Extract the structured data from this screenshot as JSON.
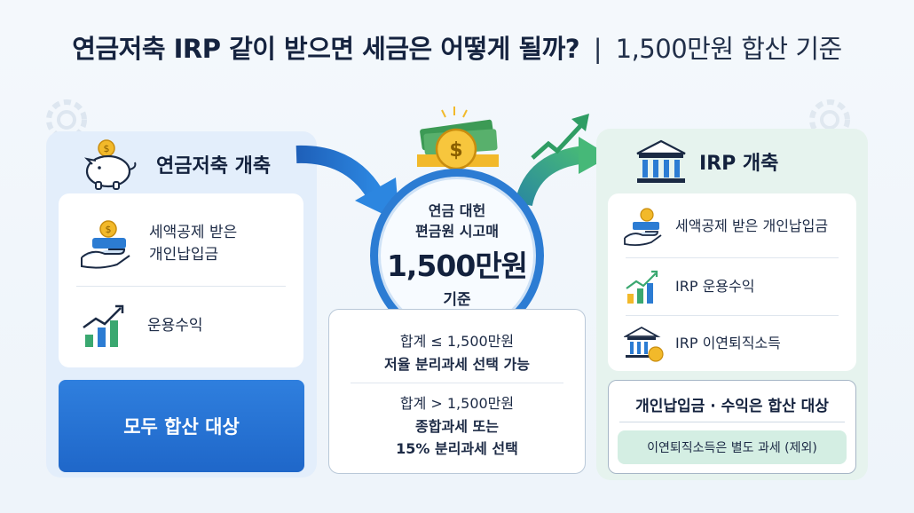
{
  "title": {
    "main": "연금저축 IRP 같이 받으면 세금은 어떻게 될까?",
    "separator": "|",
    "sub": "1,500만원 합산 기준"
  },
  "left": {
    "heading": "연금저축 개축",
    "items": [
      "세액공제 받은\n개인납입금",
      "운용수익"
    ],
    "result": "모두 합산 대상"
  },
  "center": {
    "ring_line1": "연금 대헌",
    "ring_line2": "편금원 시고매",
    "ring_amount": "1,500만원",
    "ring_line3": "기준",
    "case1_cond": "합계 ≤ 1,500만원",
    "case1_result": "저율 분리과세 선택 가능",
    "case2_cond": "합계 > 1,500만원",
    "case2_result1": "종합과세 또는",
    "case2_result2": "15% 분리과세 선택"
  },
  "right": {
    "heading": "IRP 개축",
    "items": [
      "세액공제 받은 개인납입금",
      "IRP 운용수익",
      "IRP 이연퇴직소득"
    ],
    "box_title": "개인납입금 · 수익은 합산 대상",
    "box_note": "이연퇴직소득은 별도 과세 (제외)"
  },
  "colors": {
    "blue_accent": "#2c7cd3",
    "green_accent": "#3aa870",
    "left_panel_bg": "#e3eefb",
    "right_panel_bg": "#e6f3ee",
    "result_box": "#1f67c9"
  },
  "icons": {
    "left_heading": "piggy-bank-icon",
    "left_item1": "hand-coin-icon",
    "left_item2": "growth-chart-icon",
    "center_top": "money-coin-stack-icon",
    "right_heading": "bank-icon",
    "right_item1": "hand-coin-icon",
    "right_item2": "growth-chart-icon",
    "right_item3": "bank-coin-icon"
  }
}
